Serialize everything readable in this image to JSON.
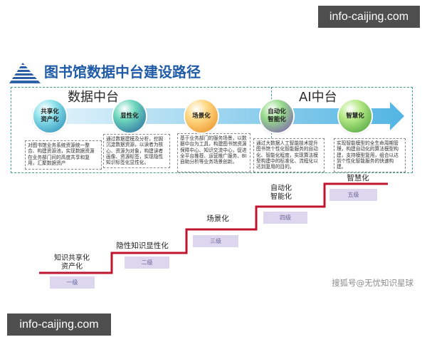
{
  "watermark": {
    "top_text": "info-caijing.com",
    "bottom_text": "info-caijing.com"
  },
  "header": {
    "logo_icon": "library-pyramid-logo-icon",
    "title": "图书馆数据中台建设路径"
  },
  "platforms": {
    "data_platform_label": "数据中台",
    "ai_platform_label": "AI中台"
  },
  "stages": [
    {
      "lines": [
        "共享化",
        "资产化"
      ],
      "description": "对图书馆业务系统资源统一整合、构建资源池，实现数据资源在业务部门间的高度共享和复用，汇聚数据资产",
      "colors": {
        "light": "#8fe3ec",
        "dark": "#1e86b3"
      }
    },
    {
      "lines": [
        "显性化"
      ],
      "description": "通过数据建模及分析，挖掘沉淀数据资源，以读者为核心、资源为对象，构建读者画像、资源标签，实现隐性知识标签化显性化。",
      "colors": {
        "light": "#6fd8bd",
        "dark": "#23609c"
      }
    },
    {
      "lines": [
        "场景化"
      ],
      "description": "基于业务部门的服务场景，以数据中台为工具，构建图书馆资源保障中心、知识交流中心，促进全平台推荐、运营推广服务、BI自助分析等业务场景创新。",
      "colors": {
        "light": "#ffd884",
        "dark": "#e88a1c"
      }
    },
    {
      "lines": [
        "自动化",
        "智能化"
      ],
      "description": "通过大数据人工智能技术提升图书馆个性化智能服务的自动化、智能化程度，实现算法模型构建中的标准化、流程化以达到复用的目的。",
      "colors": {
        "light": "#98dc8c",
        "dark": "#7b52b2"
      }
    },
    {
      "lines": [
        "智慧化"
      ],
      "description": "实现智能模型的全生命周期管理，构建自动化的算法模型构建，支持模型复用，组合以达到个性化智能服务的快速构建。",
      "colors": {
        "light": "#b6ea86",
        "dark": "#3f9a35"
      }
    }
  ],
  "levels": [
    {
      "lines": [
        "知识共享化",
        "资产化"
      ],
      "badge": "一级"
    },
    {
      "lines": [
        "隐性知识显性化"
      ],
      "badge": "二级"
    },
    {
      "lines": [
        "场景化"
      ],
      "badge": "三级"
    },
    {
      "lines": [
        "自动化",
        "智能化"
      ],
      "badge": "四级"
    },
    {
      "lines": [
        "智慧化"
      ],
      "badge": "五级"
    }
  ],
  "credit": "搜狐号@无忧知识星球",
  "colors": {
    "title": "#1f5ba6",
    "frame_dashed": "#3f9e90",
    "arrow_start": "#e9f6fc",
    "arrow_end": "#52b5e3",
    "staircase": "#c0142f",
    "badge_bg": "#dcd6ee",
    "badge_text": "#6c689a",
    "watermark_bg": "#4e4e4e",
    "logo": "#2b5fa6"
  }
}
